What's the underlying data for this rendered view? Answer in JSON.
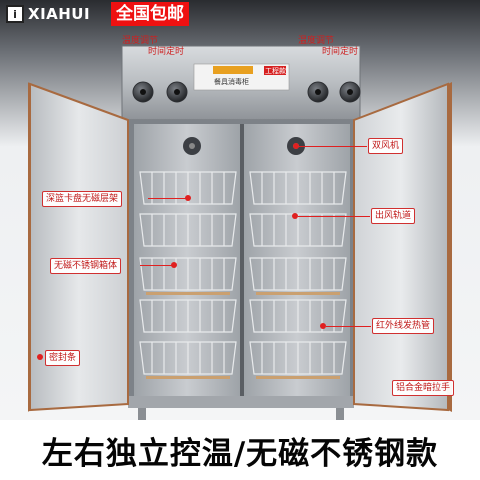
{
  "brand": {
    "logo_glyph": "ⅰ",
    "logo_text": "XIAHUI",
    "shipping_badge": "全国包邮"
  },
  "control_panel": {
    "left_labels": [
      "温度调节",
      "时间定时"
    ],
    "right_labels": [
      "温度调节",
      "时间定时"
    ],
    "plate_title": "餐具消毒柜",
    "plate_badge": "工程款"
  },
  "callouts": [
    "双风机",
    "深篮卡盘无磁层架",
    "出风轨道",
    "无磁不锈钢箱体",
    "红外线发热管",
    "密封条",
    "铝合金暗拉手"
  ],
  "tagline": "左右独立控温/无磁不锈钢款",
  "colors": {
    "accent": "#e02020",
    "badge": "#e11111",
    "steel_dark": "#5c6066",
    "door_edge": "#a86a40"
  }
}
